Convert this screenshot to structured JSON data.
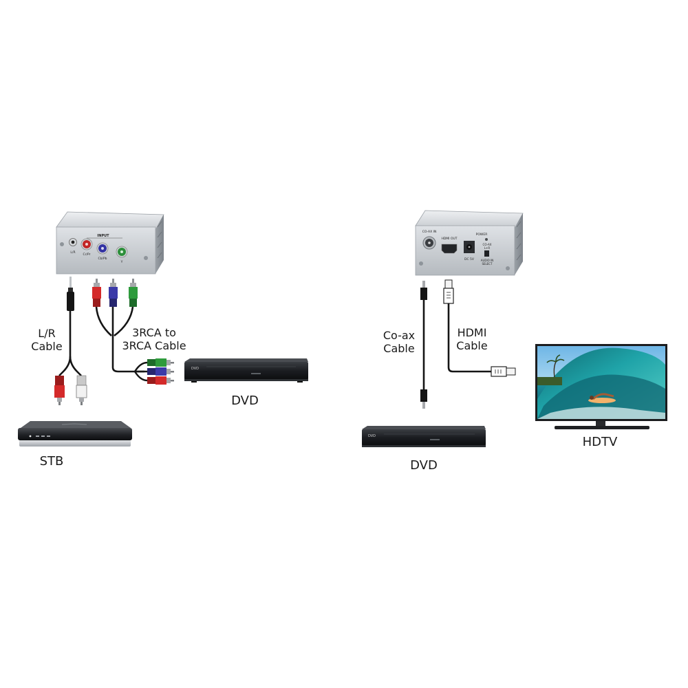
{
  "left_panel": {
    "converter": {
      "panel_title": "INPUT",
      "ports": [
        "L/R",
        "Cr/Pr",
        "Cb/Pb",
        "Y"
      ]
    },
    "lr_cable": {
      "line1": "L/R",
      "line2": "Cable"
    },
    "rca_cable": {
      "line1": "3RCA to",
      "line2": "3RCA Cable"
    },
    "dvd_label": "DVD",
    "stb_label": "STB"
  },
  "right_panel": {
    "converter": {
      "coax_port": "CO-AX IN",
      "hdmi_port": "HDMI OUT",
      "power_label": "POWER",
      "dc_label": "DC 5V",
      "switch_labels": [
        "CO-AX",
        "L+R",
        "AUDIO IN",
        "SELECT"
      ]
    },
    "coax_cable": {
      "line1": "Co-ax",
      "line2": "Cable"
    },
    "hdmi_cable": {
      "line1": "HDMI",
      "line2": "Cable"
    },
    "dvd_label": "DVD",
    "hdtv_label": "HDTV"
  },
  "colors": {
    "rca_red": "#d42a2a",
    "rca_blue": "#3b3aa8",
    "rca_green": "#2e9b3c",
    "cable": "#151515",
    "device_body": "#c9cdd2"
  }
}
